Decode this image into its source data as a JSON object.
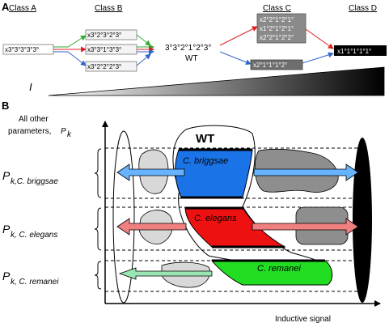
{
  "panel_a": {
    "panel_letter": "A",
    "class_a": {
      "header": "Class A",
      "box": "x3°3°3°3°3°"
    },
    "class_b": {
      "header": "Class B",
      "boxes": [
        "x3°2°3°2°3°",
        "x3°3°1°3°3°",
        "x3°2°2°2°3°"
      ]
    },
    "wt": {
      "pattern": "3°3°2°1°2°3°",
      "label": "WT"
    },
    "class_c": {
      "header": "Class C",
      "top_box_lines": [
        "x2°2°1°2°1°",
        "x1°2°1°2°1°",
        "x2°2°1°2°2°"
      ],
      "bottom_box": "x2°1°1°1°2°"
    },
    "class_d": {
      "header": "Class D",
      "box": "x1°1°1°1°1°"
    },
    "gradient_label": "I"
  },
  "panel_b": {
    "panel_letter": "B",
    "y_axis_label_line1": "All other",
    "y_axis_label_line2": "parameters,",
    "y_axis_label_p": "P",
    "y_axis_label_sub": "k",
    "x_axis_label": "Inductive signal",
    "wt_label": "WT",
    "rows": [
      {
        "p": "P",
        "sub": "k,C. briggsae",
        "species": "C. briggsae",
        "color": "#1a74e8"
      },
      {
        "p": "P",
        "sub": "k, C. elegans",
        "species": "C. elegans",
        "color": "#ee1111"
      },
      {
        "p": "P",
        "sub": "k, C. remanei",
        "species": "C. remanei",
        "color": "#22dd22"
      }
    ]
  },
  "colors": {
    "arrow_green": "#33aa33",
    "arrow_red": "#dd2222",
    "arrow_blue": "#3366cc",
    "arrow_blue_light": "#66b3ff",
    "arrow_red_light": "#f08080",
    "arrow_green_light": "#99e6b3"
  }
}
